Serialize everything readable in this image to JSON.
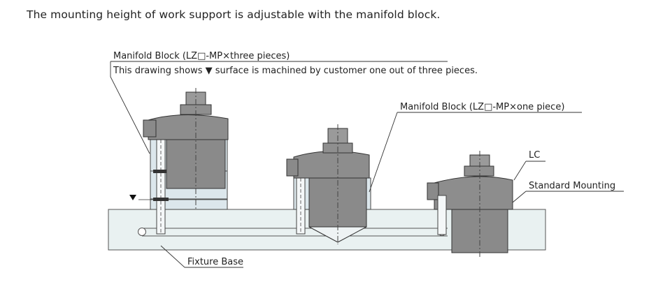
{
  "title": "The mounting height of work support is adjustable with the manifold block.",
  "labels": {
    "manifold_three": "Manifold Block (LZ□-MP×three pieces)",
    "machined_note": "This drawing shows ▼ surface is machined by customer one out of three pieces.",
    "manifold_one": "Manifold Block (LZ□-MP×one piece)",
    "lc": "LC",
    "standard_mounting": "Standard Mounting",
    "fixture_base": "Fixture Base"
  },
  "colors": {
    "support_body": "#8a8a8a",
    "fixture_base": "#e8f0f0",
    "manifold_block": "#d8e4ea"
  }
}
